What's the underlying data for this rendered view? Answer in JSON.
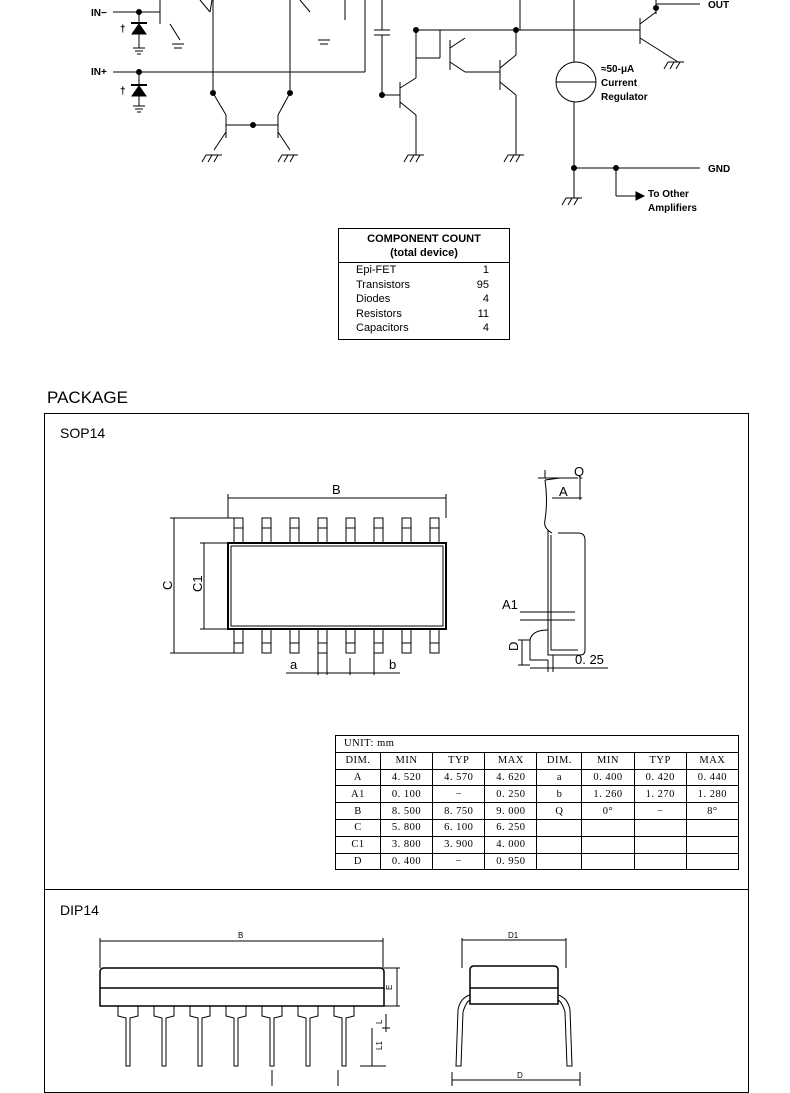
{
  "schematic": {
    "labels": {
      "in_minus": "IN−",
      "in_plus": "IN+",
      "out": "OUT",
      "gnd": "GND",
      "dagger": "†",
      "regulator": [
        "≈50-μA",
        "Current",
        "Regulator"
      ],
      "to_other": [
        "To Other",
        "Amplifiers"
      ]
    }
  },
  "component_count": {
    "title_line1": "COMPONENT COUNT",
    "title_line2": "(total device)",
    "rows": [
      {
        "label": "Epi-FET",
        "value": "1"
      },
      {
        "label": "Transistors",
        "value": "95"
      },
      {
        "label": "Diodes",
        "value": "4"
      },
      {
        "label": "Resistors",
        "value": "11"
      },
      {
        "label": "Capacitors",
        "value": "4"
      }
    ]
  },
  "package": {
    "title": "PACKAGE",
    "sop14": {
      "name": "SOP14",
      "drawing_labels": {
        "B": "B",
        "C": "C",
        "C1": "C1",
        "a": "a",
        "b": "b",
        "Q": "Q",
        "A": "A",
        "A1": "A1",
        "D": "D",
        "lead": "0. 25"
      },
      "table": {
        "unit": "UNIT: mm",
        "headers": [
          "DIM.",
          "MIN",
          "TYP",
          "MAX",
          "DIM.",
          "MIN",
          "TYP",
          "MAX"
        ],
        "rows": [
          [
            "A",
            "4. 520",
            "4. 570",
            "4. 620",
            "a",
            "0. 400",
            "0. 420",
            "0. 440"
          ],
          [
            "A1",
            "0. 100",
            "−",
            "0. 250",
            "b",
            "1. 260",
            "1. 270",
            "1. 280"
          ],
          [
            "B",
            "8. 500",
            "8. 750",
            "9. 000",
            "Q",
            "0°",
            "−",
            "8°"
          ],
          [
            "C",
            "5. 800",
            "6. 100",
            "6. 250",
            "",
            "",
            "",
            ""
          ],
          [
            "C1",
            "3. 800",
            "3. 900",
            "4. 000",
            "",
            "",
            "",
            ""
          ],
          [
            "D",
            "0. 400",
            "−",
            "0. 950",
            "",
            "",
            "",
            ""
          ]
        ]
      }
    },
    "dip14": {
      "name": "DIP14",
      "drawing_labels": {
        "B": "B",
        "D1": "D1",
        "D": "D",
        "E": "E",
        "L": "L",
        "L1": "L1"
      }
    }
  }
}
